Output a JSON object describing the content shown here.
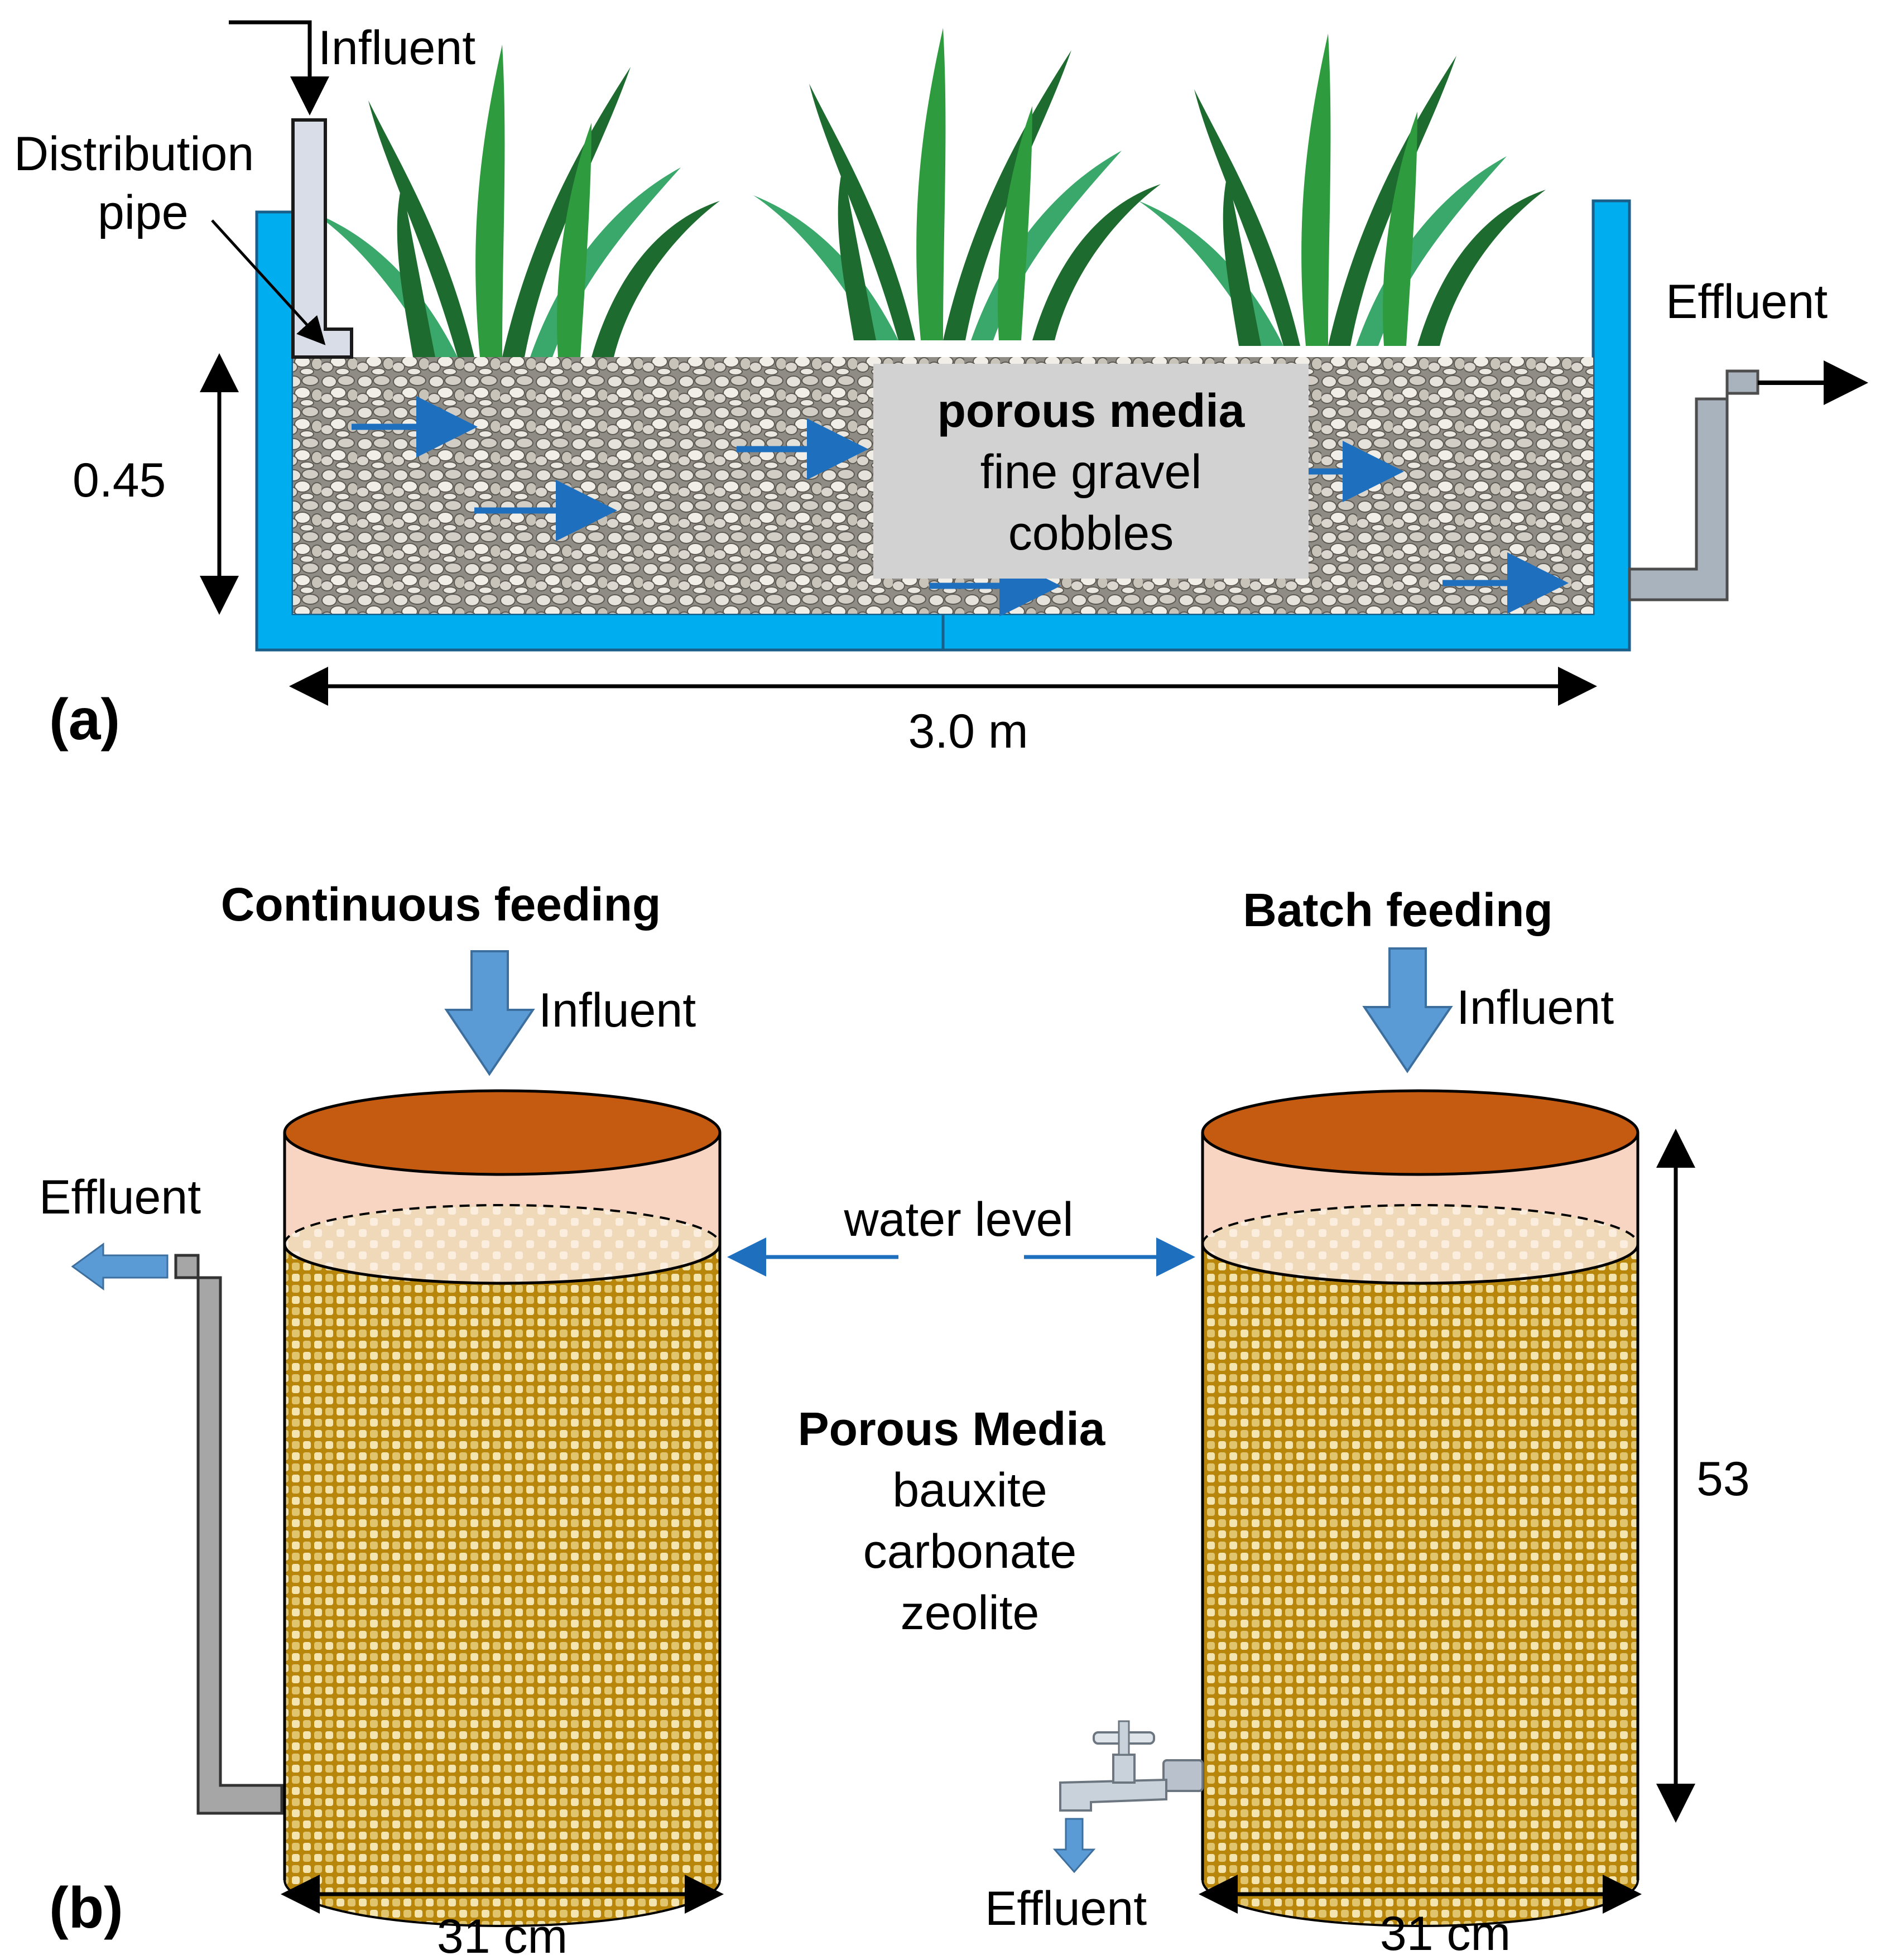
{
  "colors": {
    "tank_blue": "#00aeef",
    "flow_arrow": "#1f6fbf",
    "pipe_grey": "#a6a6a6",
    "pipe_light": "#d9dde8",
    "plant_dark": "#1d6b2f",
    "plant_mid": "#2e9b3e",
    "plant_light": "#3aa86b",
    "media_bg": "#d2d2d2",
    "lid_brown": "#c55a11",
    "water_pink": "#f8d5c2",
    "media_gold": "#b8860b",
    "media_cream": "#f3e4b0",
    "influent_arrow": "#5b9bd5"
  },
  "panel_a": {
    "panel_label": "(a)",
    "influent_label": "Influent",
    "distribution_line1": "Distribution",
    "distribution_line2": "pipe",
    "effluent_label": "Effluent",
    "height_label": "0.45",
    "length_label": "3.0 m",
    "media_title": "porous media",
    "media_line1": "fine gravel",
    "media_line2": "cobbles",
    "icons": [
      "plant-icon",
      "gravel-texture",
      "flow-arrow-icon"
    ]
  },
  "panel_b": {
    "panel_label": "(b)",
    "continuous_title": "Continuous feeding",
    "batch_title": "Batch feeding",
    "influent_left": "Influent",
    "influent_right": "Influent",
    "effluent_left": "Effluent",
    "effluent_right": "Effluent",
    "water_level_label": "water level",
    "media_title": "Porous Media",
    "media_items": [
      "bauxite",
      "carbonate",
      "zeolite"
    ],
    "diameter_left": "31 cm",
    "diameter_right": "31 cm",
    "height_label": "53",
    "icons": [
      "tap-icon",
      "checker-texture",
      "down-arrow-icon"
    ]
  }
}
